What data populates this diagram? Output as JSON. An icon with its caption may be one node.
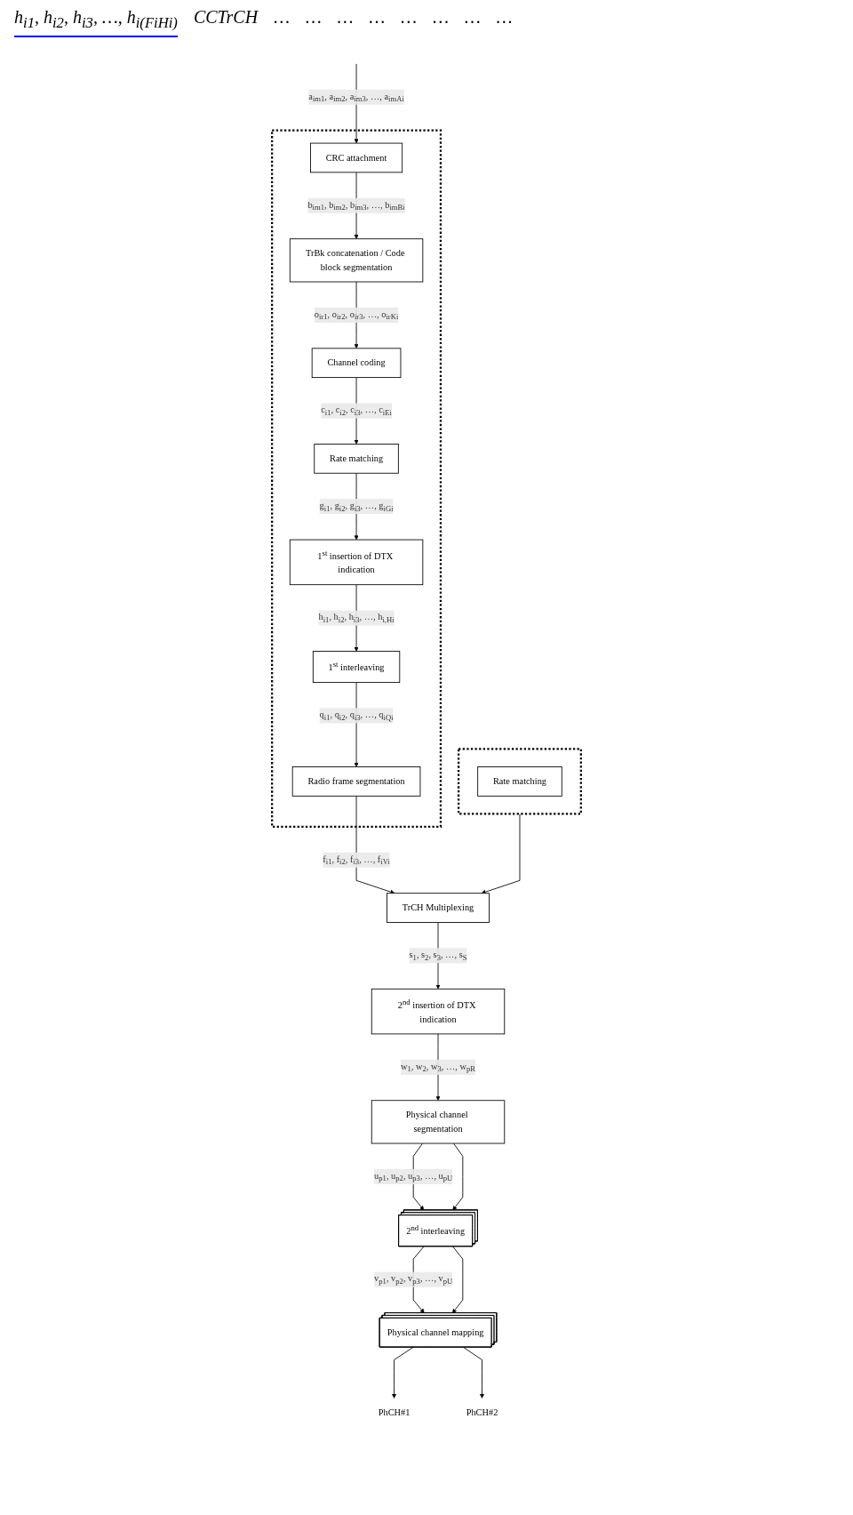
{
  "diagram": {
    "nodes": [
      {
        "text": [],
        "shape": "box"
      },
      {
        "text": [
          "CRC attachment"
        ],
        "in": 0
      },
      {
        "text": [
          "TrBk concatenation / Code block segmentation"
        ],
        "in": 0
      },
      {
        "text": [
          "Channel coding"
        ],
        "in": 0
      },
      {
        "text": [
          "Rate matching"
        ],
        "in": 0
      },
      {
        "text": [
          "1$^{st}$ insertion of DTX indication"
        ],
        "in": 0
      },
      {
        "text": [
          "1$^{st}$ interleaving"
        ],
        "in": 0
      },
      {
        "text": [
          "Radio frame segmentation"
        ],
        "in": 0
      },
      {
        "text": [],
        "shape": "box"
      },
      {
        "text": [
          "Rate matching"
        ],
        "in": 8
      },
      {
        "text": [
          "TrCH Multiplexing"
        ]
      },
      {
        "text": [
          "2$^{nd}$ insertion of DTX indication"
        ]
      },
      {
        "text": [
          "Physical channel segmentation"
        ]
      },
      {
        "text": [
          "2$^{nd}$ interleaving"
        ]
      },
      {
        "text": [
          "Physical channel mapping"
        ]
      },
      {
        "text": [
          "PhCH#1"
        ]
      },
      {
        "text": [
          "PhCH#2"
        ]
      }
    ],
    "edges": [
      {
        "from": null,
        "to": 1,
        "arrow": "to",
        "label": "a$_{im1}$, a$_{im2}$, a$_{im3}$, …, a$_{imAi}$"
      },
      {
        "from": 1,
        "to": 2,
        "arrow": "to",
        "label": "b$_{im1}$, b$_{im2}$, b$_{im3}$, …, b$_{imBi}$"
      },
      {
        "from": 2,
        "to": 3,
        "arrow": "to",
        "label": "o$_{ir1}$, o$_{ir2}$, o$_{ir3}$, …, o$_{irKi}$"
      },
      {
        "from": 3,
        "to": 4,
        "arrow": "to",
        "label": "c$_{i1}$, c$_{i2}$, c$_{i3}$, …, c$_{iEi}$"
      },
      {
        "from": 4,
        "to": 5,
        "arrow": "to",
        "label": "g$_{i1}$, g$_{i2}$, g$_{i3}$, …, g$_{iGi}$"
      },
      {
        "from": 5,
        "to": 6,
        "arrow": "to",
        "label": "h$_{i1}$, h$_{i2}$, h$_{i3}$, …, h$_{i,Hi}$"
      },
      {
        "from": 6,
        "to": 7,
        "arrow": "to",
        "label": "q$_{i1}$, q$_{i2}$, q$_{i3}$, …, q$_{iQi}$"
      },
      {
        "from": 7,
        "to": 10,
        "arrow": "to",
        "label": "f$_{i1}$, f$_{i2}$, f$_{i3}$, …, f$_{iVi}$"
      },
      {
        "from": 8,
        "to": 10,
        "arrow": "to"
      },
      {
        "from": 10,
        "to": 11,
        "arrow": "to",
        "label": "s$_{1}$, s$_{2}$, s$_{3}$, …, s$_{S}$"
      },
      {
        "from": 11,
        "to": 12,
        "arrow": "to",
        "label": "w$_{1}$, w$_{2}$, w$_{3}$, …, w$_{pR}$"
      },
      {
        "from": 12,
        "to": 13,
        "arrow": "to",
        "label": "u$_{p1}$, u$_{p2}$, u$_{p3}$, …, u$_{pU}$"
      },
      {
        "from": 12,
        "to": 13,
        "arrow": "to"
      },
      {
        "from": 13,
        "to": 14,
        "arrow": "to",
        "label": "v$_{p1}$, v$_{p2}$, v$_{p3}$, …, v$_{pU}$"
      },
      {
        "from": 13,
        "to": 14,
        "arrow": "to"
      },
      {
        "from": 14,
        "to": 15,
        "arrow": "to"
      },
      {
        "from": 14,
        "to": 16,
        "arrow": "to"
      }
    ],
    "labels": [
      "h$_{i1}$, h$_{i2}$, h$_{i3}$, …, h$_{i(FiHi)}$",
      "CCTrCH",
      "…",
      "…",
      "…",
      "…",
      "…",
      "…",
      "…",
      "…"
    ]
  }
}
